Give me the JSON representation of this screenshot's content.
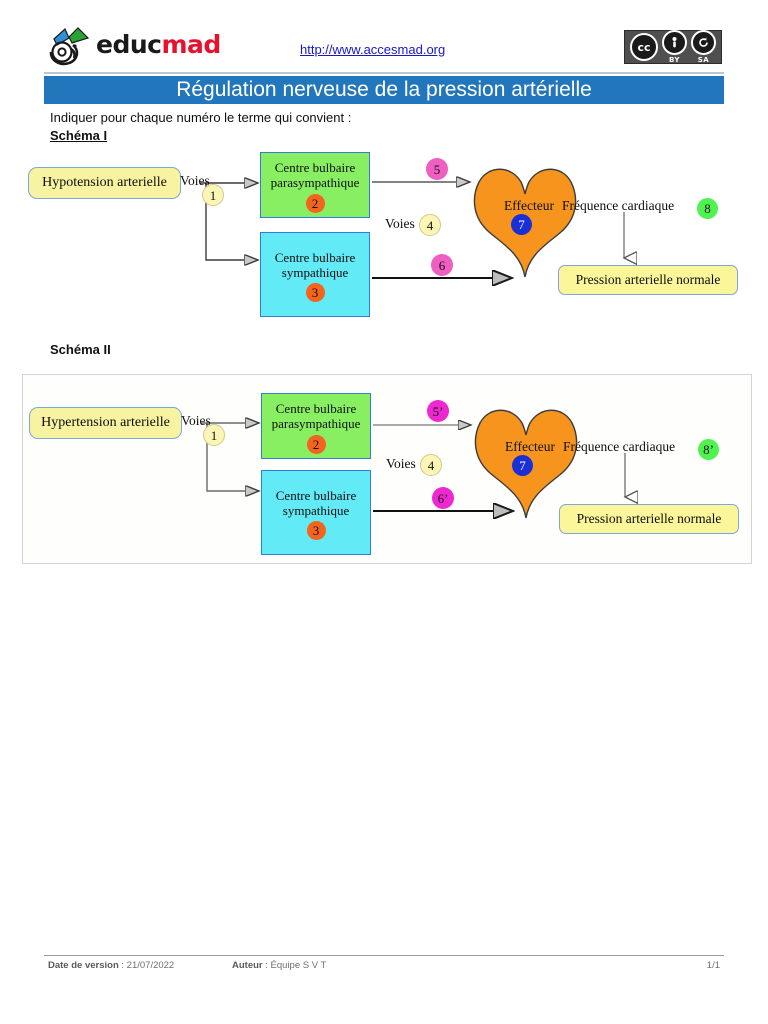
{
  "header": {
    "logo_educ": "educ",
    "logo_mad": "mad",
    "logo_mark_icon": "educmad-roof-at-logo",
    "url": "http://www.accesmad.org",
    "license": {
      "cc": "cc",
      "by_icon": "person-icon",
      "by_label": "BY",
      "sa_icon": "share-alike-icon",
      "sa_label": "SA"
    }
  },
  "title": "Régulation nerveuse de la pression artérielle",
  "instruction": "Indiquer pour chaque numéro le terme qui convient :",
  "schemas": [
    {
      "label": "Schéma I",
      "stimulus": "Hypotension arterielle",
      "voies_left_label": "Voies",
      "voies_left_badge": "1",
      "center_para_line1": "Centre bulbaire",
      "center_para_line2": "parasympathique",
      "center_para_badge": "2",
      "center_symp_line1": "Centre bulbaire",
      "center_symp_line2": "sympathique",
      "center_symp_badge": "3",
      "voies_mid_label": "Voies",
      "voies_mid_badge": "4",
      "badge_upper_path": "5",
      "badge_lower_path": "6",
      "effector_label": "Effecteur",
      "effector_badge": "7",
      "frequency_label": "Fréquence cardiaque",
      "frequency_badge": "8",
      "result": "Pression arterielle normale"
    },
    {
      "label": "Schéma II",
      "stimulus": "Hypertension arterielle",
      "voies_left_label": "Voies",
      "voies_left_badge": "1",
      "center_para_line1": "Centre bulbaire",
      "center_para_line2": "parasympathique",
      "center_para_badge": "2",
      "center_symp_line1": "Centre bulbaire",
      "center_symp_line2": "sympathique",
      "center_symp_badge": "3",
      "voies_mid_label": "Voies",
      "voies_mid_badge": "4",
      "badge_upper_path": "5’",
      "badge_lower_path": "6’",
      "effector_label": "Effecteur",
      "effector_badge": "7",
      "frequency_label": "Fréquence cardiaque",
      "frequency_badge": "8’",
      "result": "Pression arterielle normale"
    }
  ],
  "footer": {
    "date_key": "Date de version",
    "date_value": " : 21/07/2022",
    "author_key": "Auteur",
    "author_value": " : Équipe S V T",
    "page": "1/1"
  },
  "colors": {
    "title_bar": "#2176bc",
    "stimulus_box": "#f7f3a0",
    "result_box": "#fbf69a",
    "parasympathique_box": "#88ef62",
    "sympathique_box": "#62eaf7",
    "heart": "#f7941e",
    "badge_orange": "#f4641c",
    "badge_pink": "#ef5ec0",
    "badge_magenta": "#ef27d0",
    "badge_green": "#4ff24f",
    "badge_blue": "#1b2fd6",
    "badge_pale": "#fbf6b6",
    "link": "#1818c8"
  }
}
